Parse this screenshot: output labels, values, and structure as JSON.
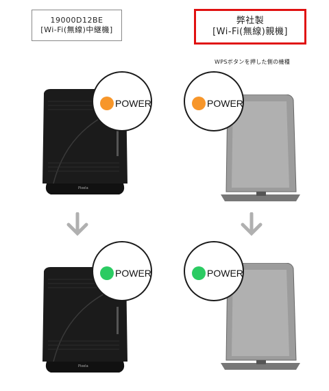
{
  "left_device": {
    "label_line1": "19000D12BE",
    "label_line2": "[Wi-Fi(無線)中継機]",
    "brand_mark": "Pixela"
  },
  "right_device": {
    "label_line1": "弊社製",
    "label_line2": "[Wi-Fi(無線)親機]",
    "note": "WPSボタンを押した側の機種"
  },
  "indicator": {
    "label": "POWER"
  },
  "colors": {
    "before_led": "#f7962a",
    "after_led": "#2bcb62",
    "highlight_border": "#e01010",
    "arrow": "#b0b0b0"
  }
}
